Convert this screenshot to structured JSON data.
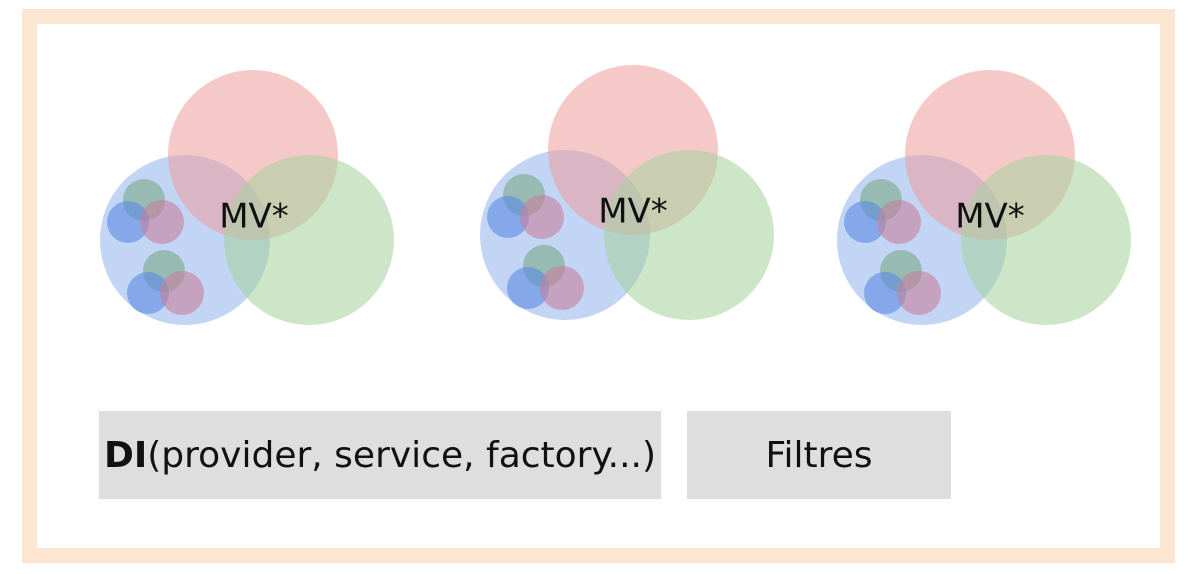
{
  "colors": {
    "frame": "#fde6d1",
    "box": "#dedede",
    "red_circle": "#ee9d9d",
    "green_circle": "#a6d19a",
    "blue_circle": "#90b2ec",
    "small_green": "#7aa985",
    "small_blue": "#5a8ae2",
    "small_red": "#c7809d"
  },
  "clusters": [
    {
      "label": "MV*"
    },
    {
      "label": "MV*"
    },
    {
      "label": "MV*"
    }
  ],
  "di_box": {
    "bold": "DI",
    "rest": " (provider, service, factory...)"
  },
  "filtres_box": {
    "label": "Filtres"
  }
}
